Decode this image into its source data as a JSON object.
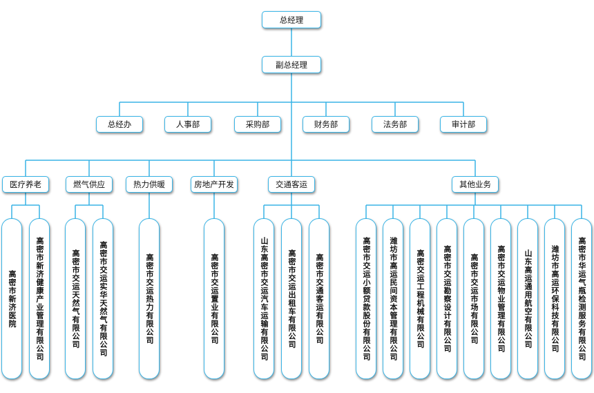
{
  "top": {
    "label": "总经理"
  },
  "deputy": {
    "label": "副总经理"
  },
  "departments": [
    "总经办",
    "人事部",
    "采购部",
    "财务部",
    "法务部",
    "审计部"
  ],
  "business_groups": [
    {
      "label": "医疗养老",
      "companies": [
        "高密市新济医院",
        "高密市新济健康产业管理有限公司"
      ]
    },
    {
      "label": "燃气供应",
      "companies": [
        "高密市交运天然气有限公司",
        "高密市交运实华天然气有限公司"
      ]
    },
    {
      "label": "热力供暖",
      "companies": [
        "高密市交运热力有限公司"
      ]
    },
    {
      "label": "房地产开发",
      "companies": [
        "高密市交运置业有限公司"
      ]
    },
    {
      "label": "交通客运",
      "companies": [
        "山东高密市交运汽车运输有限公司",
        "高密市交运出租车有限公司",
        "高密市交通客运有限公司"
      ]
    },
    {
      "label": "其他业务",
      "companies": [
        "高密市交运小额贷款股份有限公司",
        "潍坊市高运民间资本管理有限公司",
        "高密交运工程机械有限公司",
        "高密市交运勘察设计有限公司",
        "高密市交运市场有限公司",
        "高密市交运物业管理有限公司",
        "山东高运通用航空有限公司",
        "潍坊市高运环保科技有限公司",
        "高密市华运气瓶检测服务有限公司"
      ]
    }
  ],
  "colors": {
    "line": "#38b4e6",
    "border": "#38b4e6",
    "text": "#111111"
  }
}
